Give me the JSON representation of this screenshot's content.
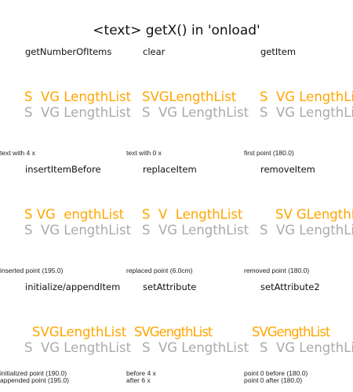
{
  "title": "<text> getX() in 'onload'",
  "tests": [
    {
      "label": "getNumberOfItems",
      "orange": "S  VG LengthList",
      "gray": "S  VG LengthList",
      "note": "text with 4 x"
    },
    {
      "label": "clear",
      "orange": "SVGLengthList",
      "gray": "S  VG LengthList",
      "note": "text with 0 x"
    },
    {
      "label": "getItem",
      "orange": "S  VG LengthList",
      "gray": "S  VG LengthList",
      "note": "first point (180.0)"
    },
    {
      "label": "insertItemBefore",
      "orange": "S VG  engthList",
      "gray": "S  VG LengthList",
      "note": "inserted point (195.0)"
    },
    {
      "label": "replaceItem",
      "orange": "S  V  LengthList",
      "gray": "S  VG LengthList",
      "note": "replaced point (6.0cm)"
    },
    {
      "label": "removeItem",
      "orange": "SV GLengthList",
      "gray": "S  VG LengthList",
      "note": "removed point (180.0)"
    },
    {
      "label": "initialize/appendItem",
      "orange": "SVGLengthList",
      "gray": "S  VG LengthList",
      "note": "initialized point (190.0)\nappended point (195.0)"
    },
    {
      "label": "setAttribute",
      "orange": "SVGengthList",
      "gray": "S  VG LengthList",
      "note": "before 4 x\nafter 6 x"
    },
    {
      "label": "setAttribute2",
      "orange": "SVGengthList",
      "gray": "S  VG LengthList",
      "note": "point 0 before (180.0)\npoint 0 after (180.0)"
    }
  ]
}
